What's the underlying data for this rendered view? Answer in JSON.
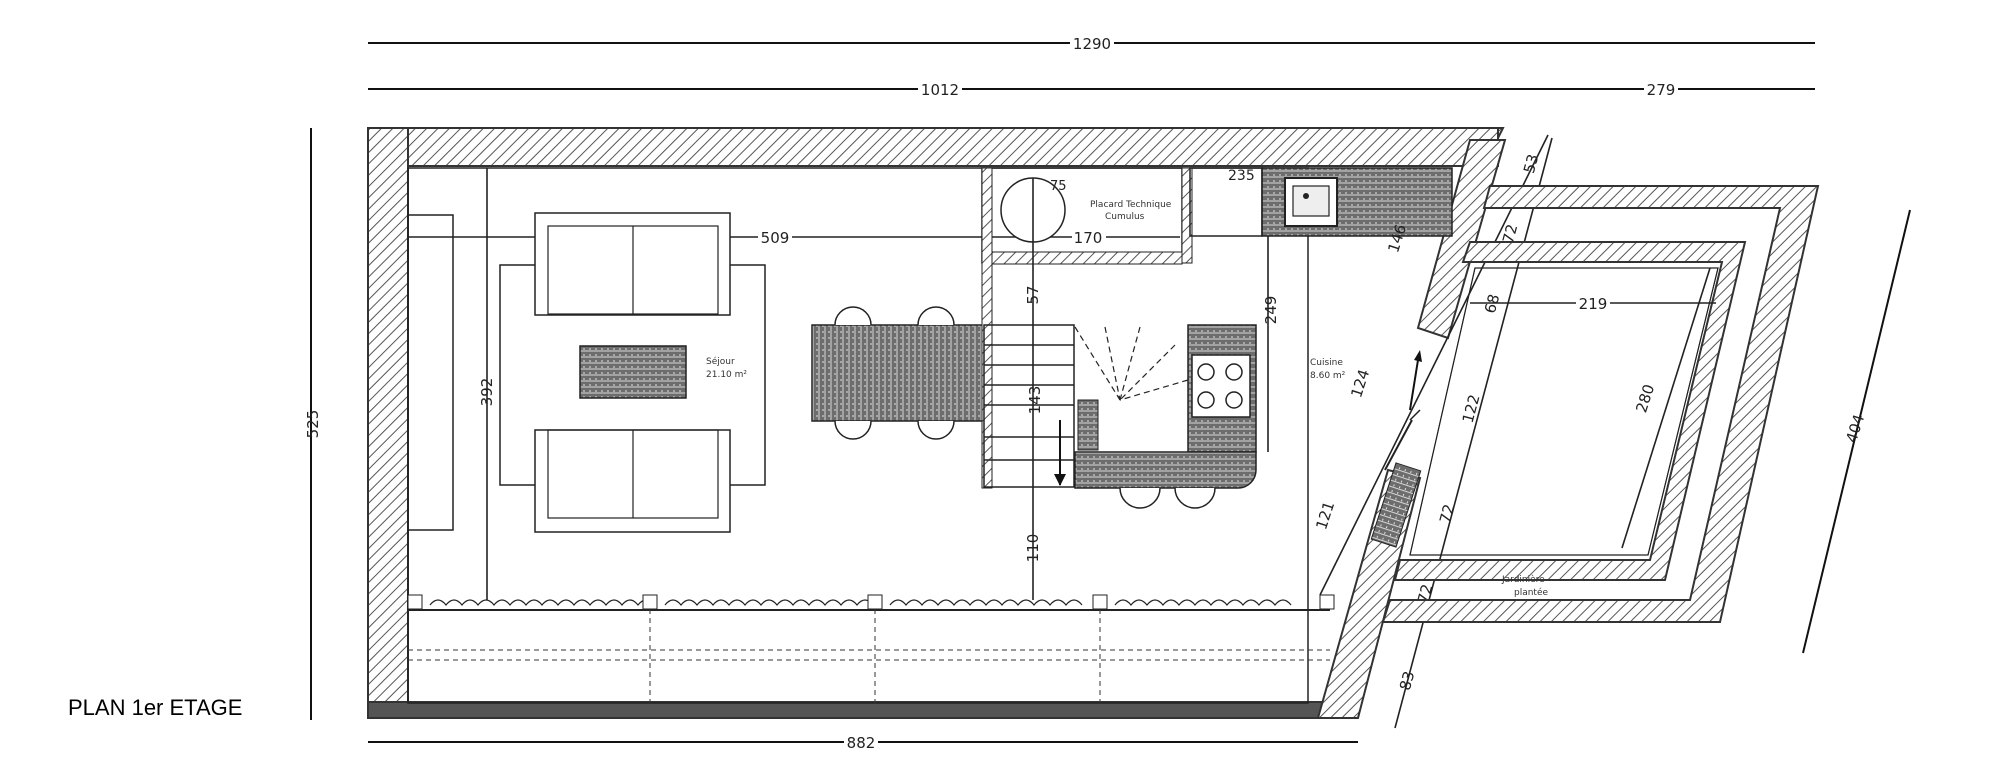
{
  "drawing": {
    "title": "PLAN 1er ETAGE",
    "dimensions": {
      "total_width": "1290",
      "main_width": "1012",
      "side_width": "279",
      "bottom_width": "882",
      "total_height": "525",
      "living_height": "392",
      "living_depth": "509",
      "tech_width": "170",
      "tech_height": "75",
      "tech_offset": "57",
      "stair_width": "143",
      "stair_bottom": "110",
      "kitchen_width": "235",
      "kitchen_height": "249",
      "diag_146": "146",
      "diag_124": "124",
      "diag_121": "121",
      "diag_83": "83",
      "diag_53": "53",
      "diag_72_a": "72",
      "diag_72_b": "72",
      "diag_72_c": "72",
      "diag_68": "68",
      "diag_122": "122",
      "planter_width": "219",
      "planter_height": "280",
      "planter_outer": "404"
    },
    "rooms": {
      "sejour_name": "Séjour",
      "sejour_area": "21.10 m²",
      "cuisine_name": "Cuisine",
      "cuisine_area": "8.60 m²",
      "placard_line1": "Placard Technique",
      "placard_line2": "Cumulus",
      "jardiniere_line1": "Jardinière",
      "jardiniere_line2": "plantée"
    },
    "icons": [
      "sink-icon",
      "cooktop-icon",
      "chair-icon",
      "sofa-icon",
      "staircase-icon",
      "water-heater-icon",
      "arrow-icon"
    ]
  }
}
